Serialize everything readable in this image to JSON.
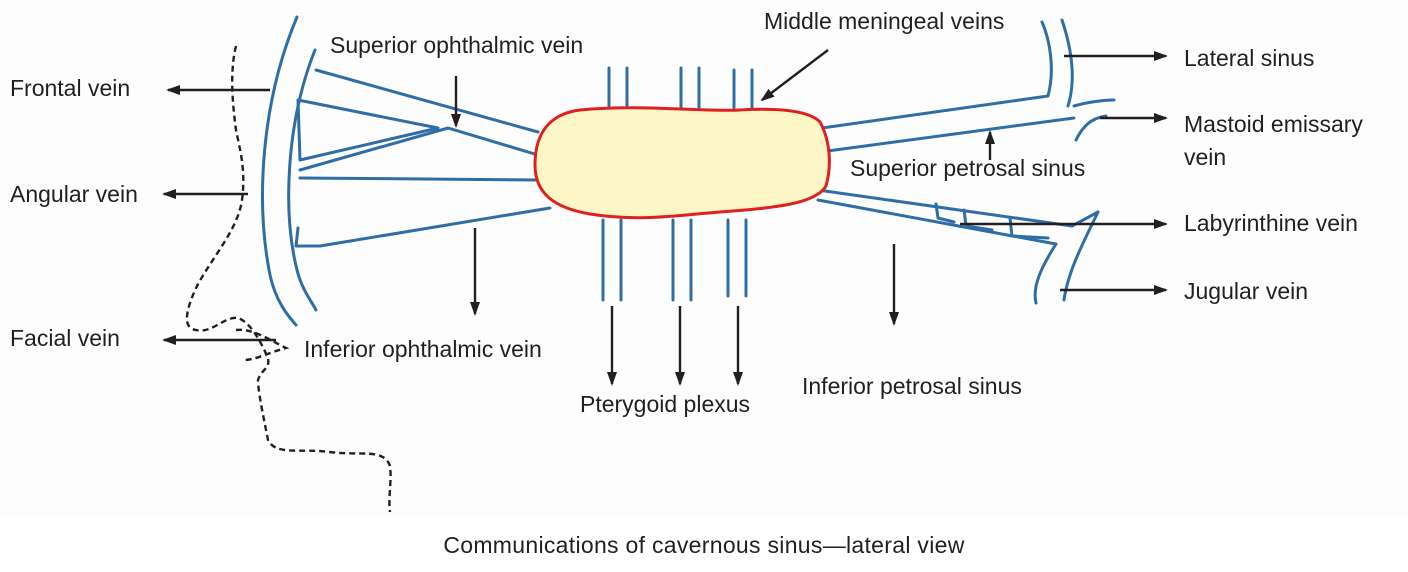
{
  "labels": {
    "frontal_vein": "Frontal vein",
    "angular_vein": "Angular vein",
    "facial_vein": "Facial vein",
    "superior_ophthalmic_vein": "Superior ophthalmic vein",
    "inferior_ophthalmic_vein": "Inferior ophthalmic vein",
    "middle_meningeal_veins": "Middle meningeal veins",
    "pterygoid_plexus": "Pterygoid plexus",
    "superior_petrosal_sinus": "Superior petrosal sinus",
    "inferior_petrosal_sinus": "Inferior petrosal sinus",
    "lateral_sinus": "Lateral sinus",
    "mastoid_emissary_vein_line1": "Mastoid emissary",
    "mastoid_emissary_vein_line2": "vein",
    "labyrinthine_vein": "Labyrinthine vein",
    "jugular_vein": "Jugular vein"
  },
  "caption": "Communications of cavernous sinus—lateral view",
  "colors": {
    "vein": "#2f6ea5",
    "sinus_outline": "#e02020",
    "sinus_fill": "#fdf7c8",
    "text": "#231f20",
    "arrow": "#231f20"
  }
}
